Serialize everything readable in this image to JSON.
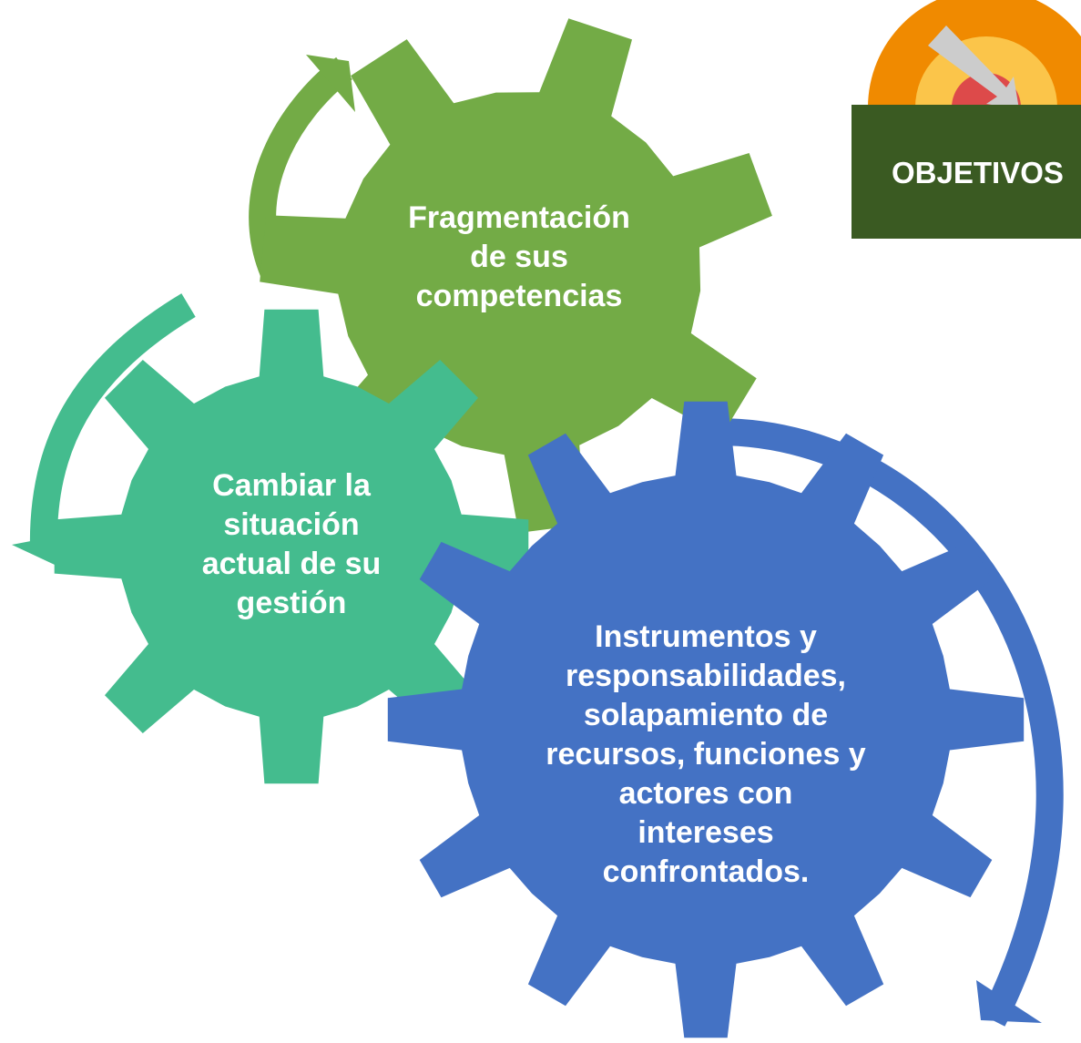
{
  "colors": {
    "gear_green": "#73ab46",
    "gear_teal": "#44bc8e",
    "gear_blue": "#4472c4",
    "badge_dark_green": "#3a5a22",
    "target_orange": "#f08a00",
    "target_yellow": "#fbc54a",
    "target_red": "#dd4a4a",
    "arrow_grey": "#cccccc"
  },
  "badge": {
    "title": "OBJETIVOS",
    "icon": "target-arrow-icon"
  },
  "gears": {
    "green": {
      "lines": [
        "Fragmentación",
        "de sus",
        "competencias"
      ]
    },
    "teal": {
      "lines": [
        "Cambiar la",
        "situación",
        "actual de su",
        "gestión"
      ]
    },
    "blue": {
      "lines": [
        "Instrumentos y",
        "responsabilidades,",
        "solapamiento de",
        "recursos, funciones y",
        "actores con",
        "intereses",
        "confrontados."
      ]
    }
  },
  "arrows": [
    "curved-arrow-icon",
    "curved-arrow-icon",
    "curved-arrow-icon"
  ]
}
